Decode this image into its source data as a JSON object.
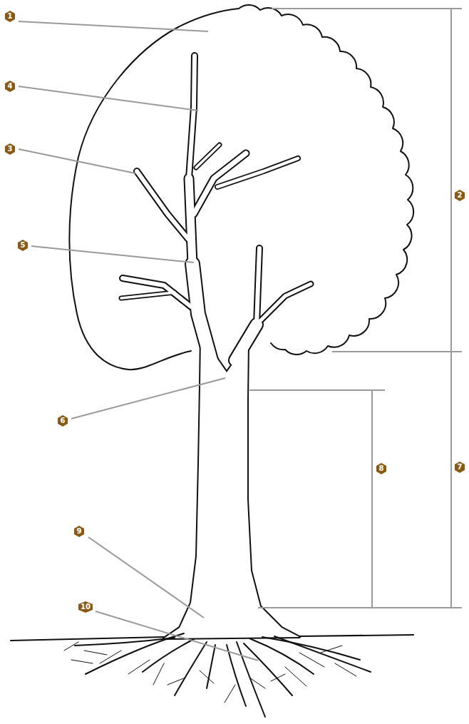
{
  "diagram": {
    "labels": [
      "1",
      "4",
      "3",
      "5",
      "6",
      "9",
      "10",
      "2",
      "8",
      "7"
    ]
  }
}
